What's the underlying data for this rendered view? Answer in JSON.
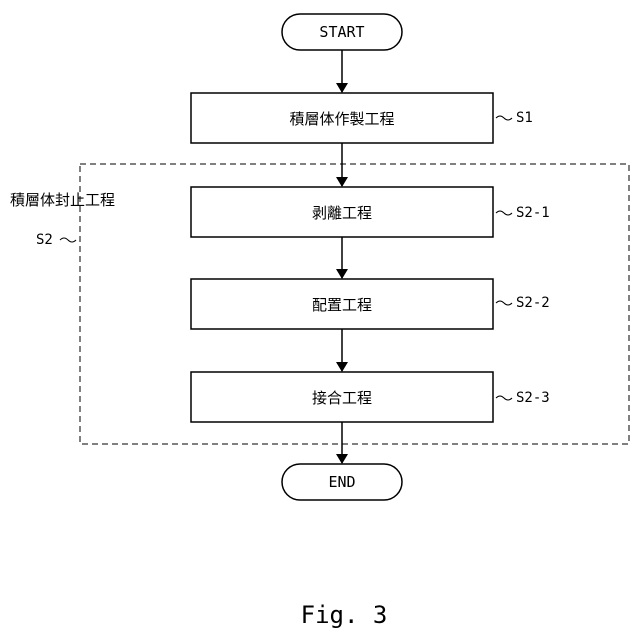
{
  "diagram": {
    "start_label": "START",
    "end_label": "END",
    "steps": [
      {
        "id": "S1",
        "label": "積層体作製工程",
        "ref": "S1"
      },
      {
        "id": "S2-1",
        "label": "剥離工程",
        "ref": "S2-1"
      },
      {
        "id": "S2-2",
        "label": "配置工程",
        "ref": "S2-2"
      },
      {
        "id": "S2-3",
        "label": "接合工程",
        "ref": "S2-3"
      }
    ],
    "group": {
      "label": "積層体封止工程",
      "ref": "S2"
    },
    "caption": "Fig. 3"
  }
}
